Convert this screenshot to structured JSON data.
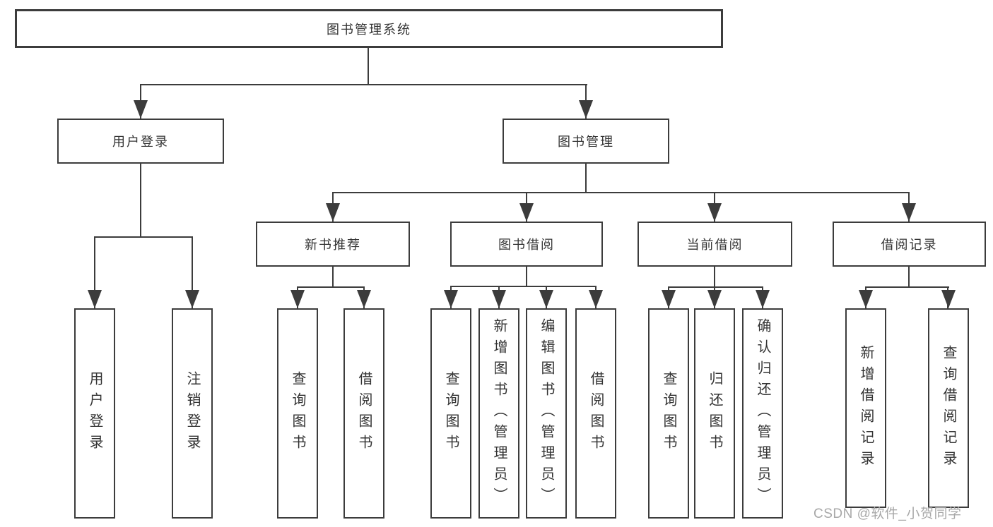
{
  "colors": {
    "line": "#3c3c3c",
    "box_border": "#3c3c3c",
    "text": "#333333",
    "watermark": "#a8a8a8",
    "background": "#ffffff"
  },
  "tree": {
    "root": "图书管理系统",
    "branches": [
      {
        "label": "用户登录",
        "leaves": [
          "用户登录",
          "注销登录"
        ]
      },
      {
        "label": "图书管理",
        "sub": [
          {
            "label": "新书推荐",
            "leaves": [
              "查询图书",
              "借阅图书"
            ]
          },
          {
            "label": "图书借阅",
            "leaves": [
              "查询图书",
              "新增图书（管理员）",
              "编辑图书（管理员）",
              "借阅图书"
            ]
          },
          {
            "label": "当前借阅",
            "leaves": [
              "查询图书",
              "归还图书",
              "确认归还（管理员）"
            ]
          },
          {
            "label": "借阅记录",
            "leaves": [
              "新增借阅记录",
              "查询借阅记录"
            ]
          }
        ]
      }
    ]
  },
  "watermark": "CSDN @软件_小贺同学"
}
